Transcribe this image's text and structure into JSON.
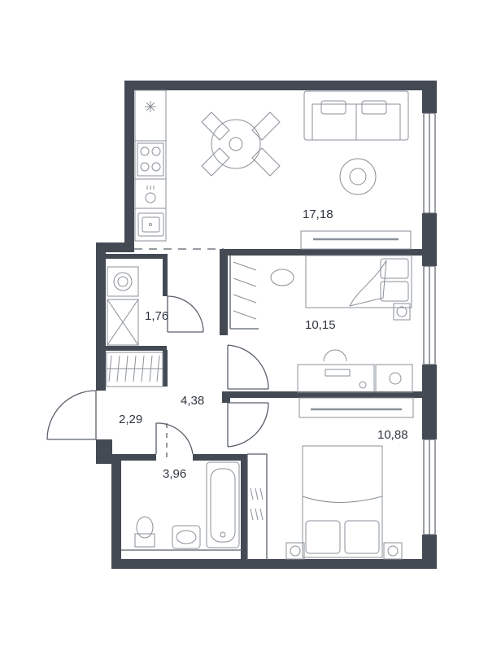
{
  "colors": {
    "wall": "#444a54",
    "line": "#59606a",
    "furniture": "#8a9098",
    "text": "#2f3640",
    "background": "#ffffff"
  },
  "rooms": [
    {
      "id": "living-kitchen",
      "area": "17,18"
    },
    {
      "id": "storage",
      "area": "1,76"
    },
    {
      "id": "bedroom",
      "area": "10,15"
    },
    {
      "id": "hallway",
      "area": "4,38"
    },
    {
      "id": "entrance",
      "area": "2,29"
    },
    {
      "id": "bedroom-2",
      "area": "10,88"
    },
    {
      "id": "bathroom",
      "area": "3,96"
    }
  ],
  "icons": [
    "kitchen-sink-icon",
    "stove-icon",
    "dining-table-icon",
    "sofa-icon",
    "bed-icon",
    "toilet-icon",
    "bathtub-icon",
    "washing-machine-icon",
    "desk-icon",
    "tv-icon",
    "door-icon"
  ]
}
